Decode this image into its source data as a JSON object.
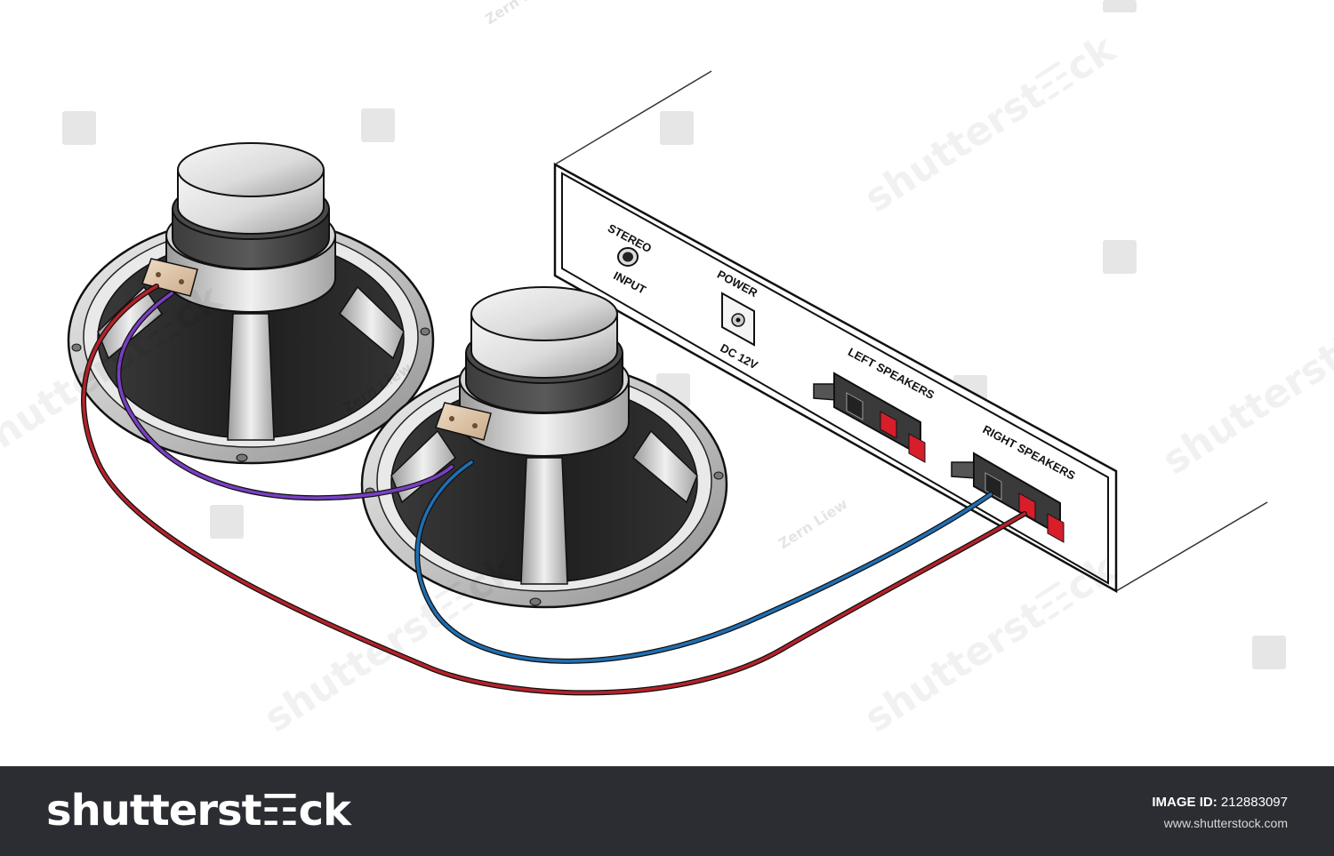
{
  "panel": {
    "stereo_top": "STEREO",
    "stereo_bottom": "INPUT",
    "power_top": "POWER",
    "power_bottom": "DC 12V",
    "left_speakers": "LEFT SPEAKERS",
    "right_speakers": "RIGHT SPEAKERS"
  },
  "watermark": {
    "brand": "shutterst☶ck",
    "credit": "Zern Liew"
  },
  "footer": {
    "logo": "shutterst☶ck",
    "image_id_label": "IMAGE ID:",
    "image_id": "212883097",
    "site": "www.shutterstock.com"
  },
  "colors": {
    "wire_red": "#b5222a",
    "wire_blue": "#1f6fb2",
    "wire_purple": "#7a3fc4",
    "speaker_cone": "#2b2b2b",
    "footer_bg": "#2b2d33"
  },
  "icons": [
    "speaker-icon",
    "amplifier-icon",
    "jack-icon",
    "terminal-clip-icon"
  ]
}
